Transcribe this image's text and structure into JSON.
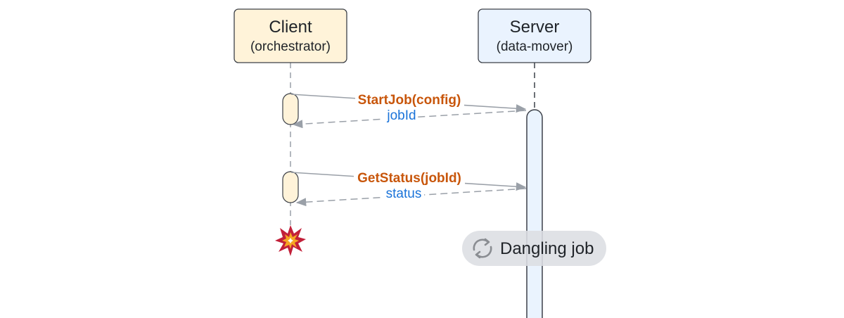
{
  "diagram": {
    "type": "sequence",
    "actors": [
      {
        "id": "client",
        "title": "Client",
        "subtitle": "(orchestrator)",
        "fill": "#fff3d9"
      },
      {
        "id": "server",
        "title": "Server",
        "subtitle": "(data-mover)",
        "fill": "#eaf3fe"
      }
    ],
    "messages": [
      {
        "from": "client",
        "to": "server",
        "label": "StartJob(config)",
        "kind": "call"
      },
      {
        "from": "server",
        "to": "client",
        "label": "jobId",
        "kind": "return"
      },
      {
        "from": "client",
        "to": "server",
        "label": "GetStatus(jobId)",
        "kind": "call"
      },
      {
        "from": "server",
        "to": "client",
        "label": "status",
        "kind": "return"
      }
    ],
    "client_terminated_icon": "explosion-icon",
    "server_badge": {
      "icon": "refresh-cycle-icon",
      "label": "Dangling job"
    },
    "colors": {
      "call_label": "#c8560b",
      "return_label": "#1a73d9",
      "arrow": "#9aa0a8",
      "box_border": "#3c4048",
      "badge_bg": "#dfe1e5"
    }
  }
}
